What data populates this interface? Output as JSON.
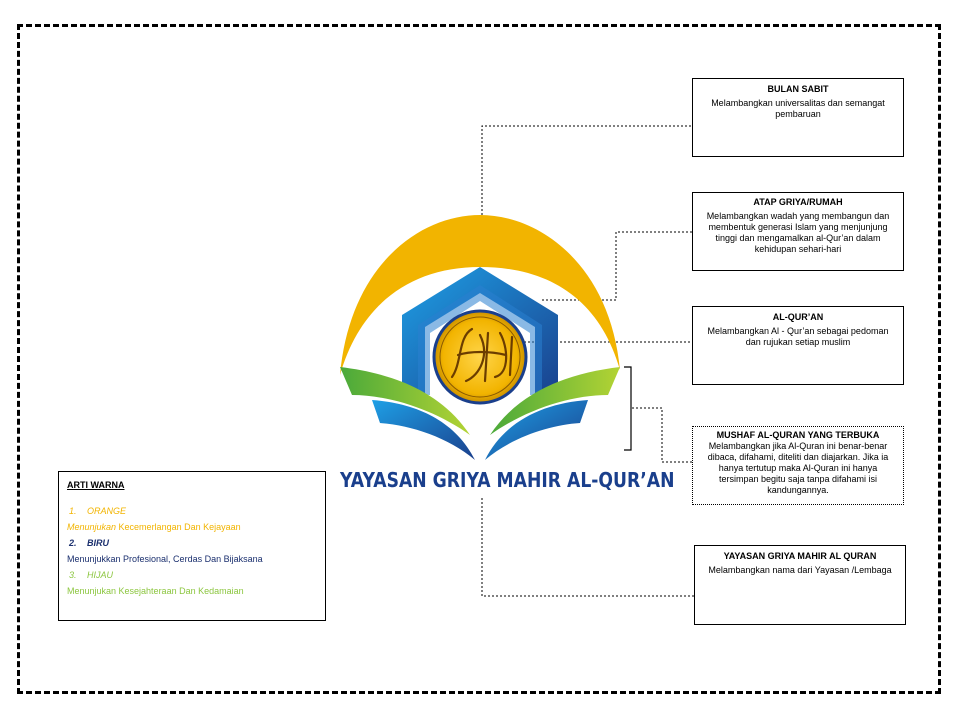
{
  "org_name": "YAYASAN GRIYA MAHIR AL-QUR’AN",
  "annotations": [
    {
      "title": "BULAN SABIT",
      "desc": "Melambangkan universalitas dan semangat pembaruan"
    },
    {
      "title": "ATAP GRIYA/RUMAH",
      "desc": "Melambangkan wadah yang membangun dan membentuk generasi Islam yang menjunjung tinggi dan mengamalkan al-Qur’an dalam kehidupan sehari-hari"
    },
    {
      "title": "AL-QUR’AN",
      "desc": "Melambangkan Al - Qur’an sebagai pedoman dan rujukan setiap muslim"
    },
    {
      "title": "MUSHAF AL-QURAN YANG TERBUKA",
      "desc": "Melambangkan jika Al-Quran ini benar-benar dibaca, difahami, diteliti dan diajarkan. Jika ia hanya tertutup maka Al-Quran ini hanya tersimpan begitu saja tanpa difahami isi kandungannya."
    },
    {
      "title": "YAYASAN GRIYA MAHIR AL QURAN",
      "desc": "Melambangkan nama dari Yayasan /Lembaga"
    }
  ],
  "legend": {
    "title": "ARTI WARNA",
    "items": [
      {
        "num": "1.",
        "name": "ORANGE",
        "prefix": "Menunjukan",
        "meaning": " Kecemerlangan Dan Kejayaan",
        "color": "#f2b400"
      },
      {
        "num": "2.",
        "name": "BIRU",
        "prefix": "",
        "meaning": "Menunjukkan Profesional, Cerdas Dan Bijaksana",
        "color": "#1a2f6e"
      },
      {
        "num": "3.",
        "name": "HIJAU",
        "prefix": "",
        "meaning": "Menunjukan Kesejahteraan Dan Kedamaian",
        "color": "#8cc63f"
      }
    ]
  }
}
